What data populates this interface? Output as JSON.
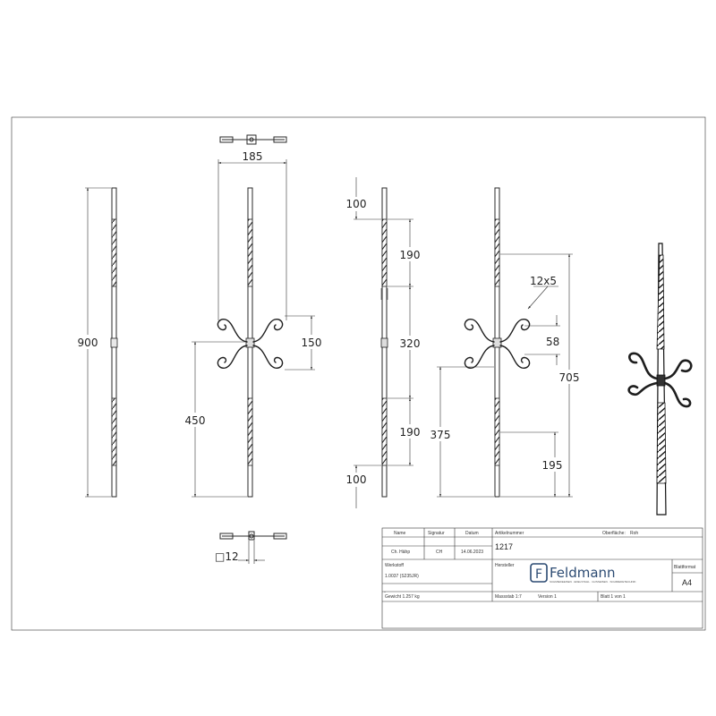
{
  "dimensions": {
    "front_height": "900",
    "scroll_width": "185",
    "scroll_height": "150",
    "base_to_collar": "450",
    "top_margin": "100",
    "twist_top": "190",
    "middle_plain": "320",
    "twist_bottom": "190",
    "bottom_margin": "100",
    "flat_bar": "12x5",
    "scroll_offset": "58",
    "total_twist_side": "705",
    "side_base_collar": "375",
    "side_twist_lower": "195",
    "square_section": "□12"
  },
  "title_block": {
    "headers": {
      "name": "Name",
      "signature": "Signatur",
      "date": "Datum",
      "article_number": "Artikelnummer",
      "surface": "Oberfläche:",
      "surface_value": "Roh"
    },
    "row1": {
      "name": "Ch. Hähp",
      "signature": "CH",
      "date": "14.06.2023"
    },
    "article_number_value": "1217",
    "material_label": "Werkstoff",
    "material_value": "1.0037 (S235JR)",
    "manufacturer_label": "Hersteller",
    "logo_letter": "F",
    "logo_text": "Feldmann",
    "logo_tagline": "SCHMIEDEEISEN · EDELSTAHL · GUSSEISEN · SCHMIEDETECHNIK",
    "sheet_format_label": "Blattformat",
    "sheet_format_value": "A4",
    "weight": "Gewicht 1.257 kg",
    "scale": "Massstab 1:7",
    "version": "Version 1",
    "sheet": "Blatt 1 von 1"
  }
}
